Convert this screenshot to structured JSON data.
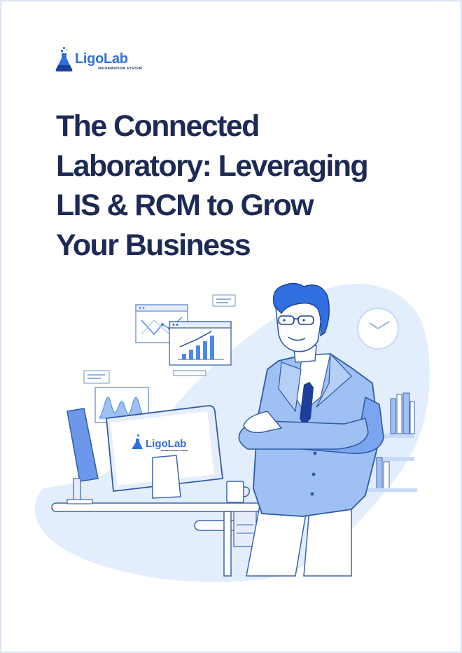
{
  "brand": {
    "name": "LigoLab",
    "tagline": "INFORMATION SYSTEM",
    "logo_icon": "flask-icon",
    "accent_color": "#2f6fe0",
    "dark_color": "#1d2a55"
  },
  "cover": {
    "title_lines": [
      "The Connected",
      "Laboratory: Leveraging",
      "LIS & RCM to Grow",
      "Your Business"
    ]
  },
  "illustration": {
    "monitor_brand": "LigoLab",
    "monitor_tagline": "INFORMATION SYSTEM",
    "primary_color": "#4d86ee",
    "light_color": "#dce9fb"
  }
}
